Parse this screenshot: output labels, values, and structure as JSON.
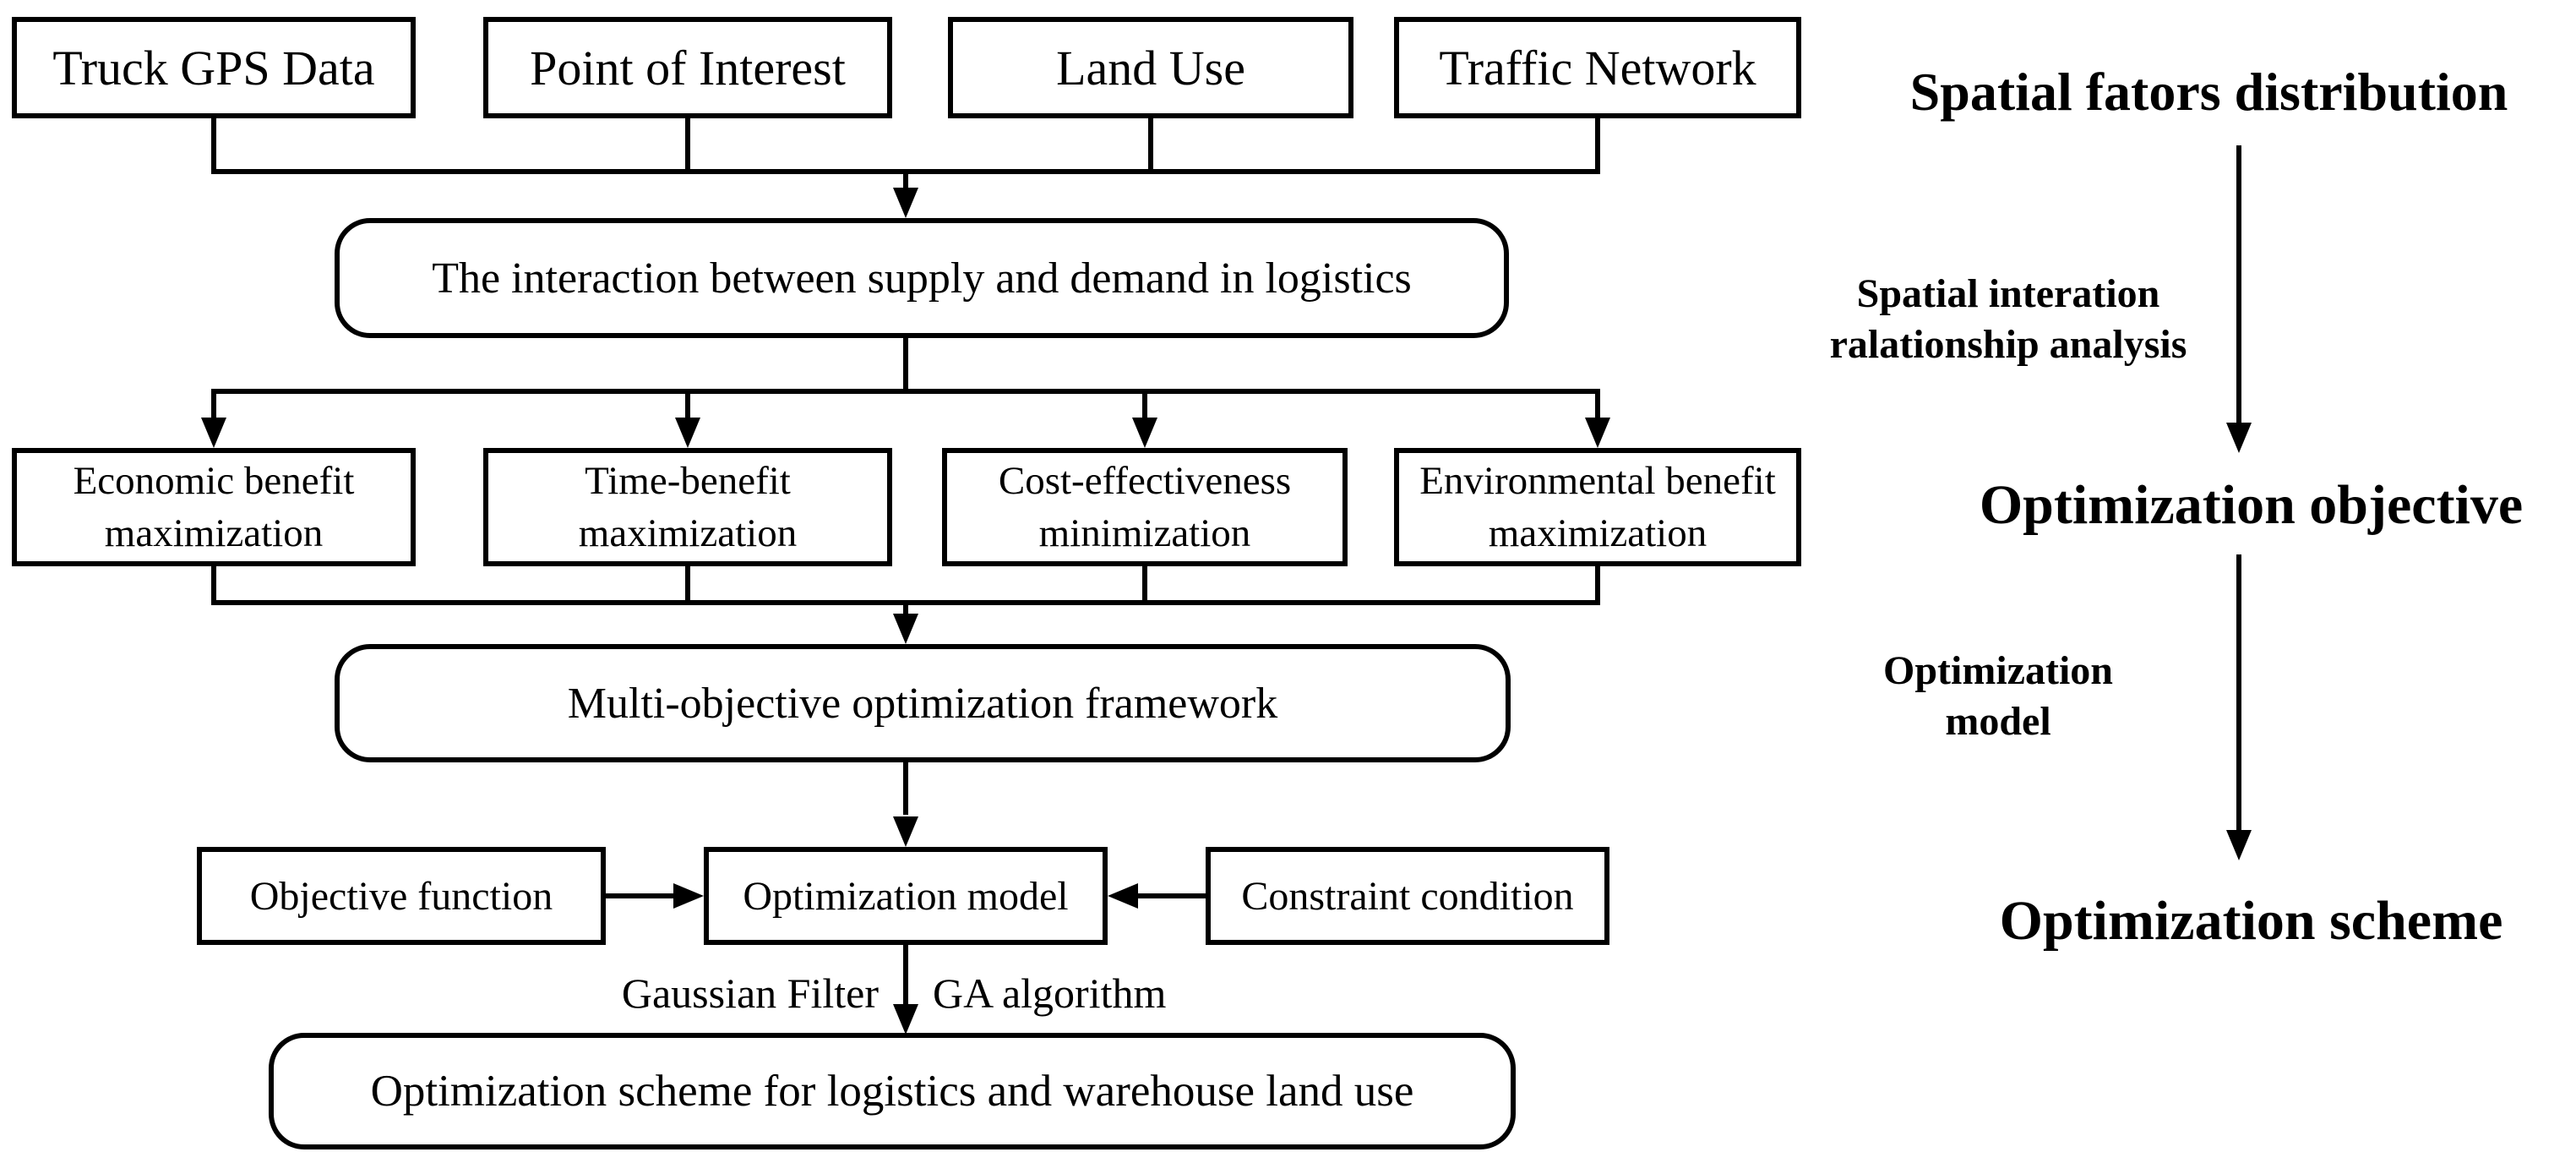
{
  "flowchart": {
    "sources": [
      {
        "label": "Truck GPS Data"
      },
      {
        "label": "Point of Interest"
      },
      {
        "label": "Land Use"
      },
      {
        "label": "Traffic Network"
      }
    ],
    "interaction_box": "The interaction between supply and demand in logistics",
    "objectives": [
      {
        "line1": "Economic benefit",
        "line2": "maximization"
      },
      {
        "line1": "Time-benefit",
        "line2": "maximization"
      },
      {
        "line1": "Cost-effectiveness",
        "line2": "minimization"
      },
      {
        "line1": "Environmental benefit",
        "line2": "maximization"
      }
    ],
    "framework_box": "Multi-objective optimization framework",
    "model_row": {
      "left_box": "Objective function",
      "center_box": "Optimization model",
      "right_box": "Constraint condition"
    },
    "algorithm_labels": {
      "left": "Gaussian Filter",
      "right": "GA algorithm"
    },
    "result_box": "Optimization scheme for logistics and warehouse land use"
  },
  "side_annotations": {
    "stage1": "Spatial fators distribution",
    "arrow1_label": {
      "line1": "Spatial interation",
      "line2": "ralationship analysis"
    },
    "stage2": "Optimization objective",
    "arrow2_label": {
      "line1": "Optimization",
      "line2": "model"
    },
    "stage3": "Optimization scheme"
  },
  "colors": {
    "background": "#ffffff",
    "line": "#000000",
    "text": "#000000"
  }
}
